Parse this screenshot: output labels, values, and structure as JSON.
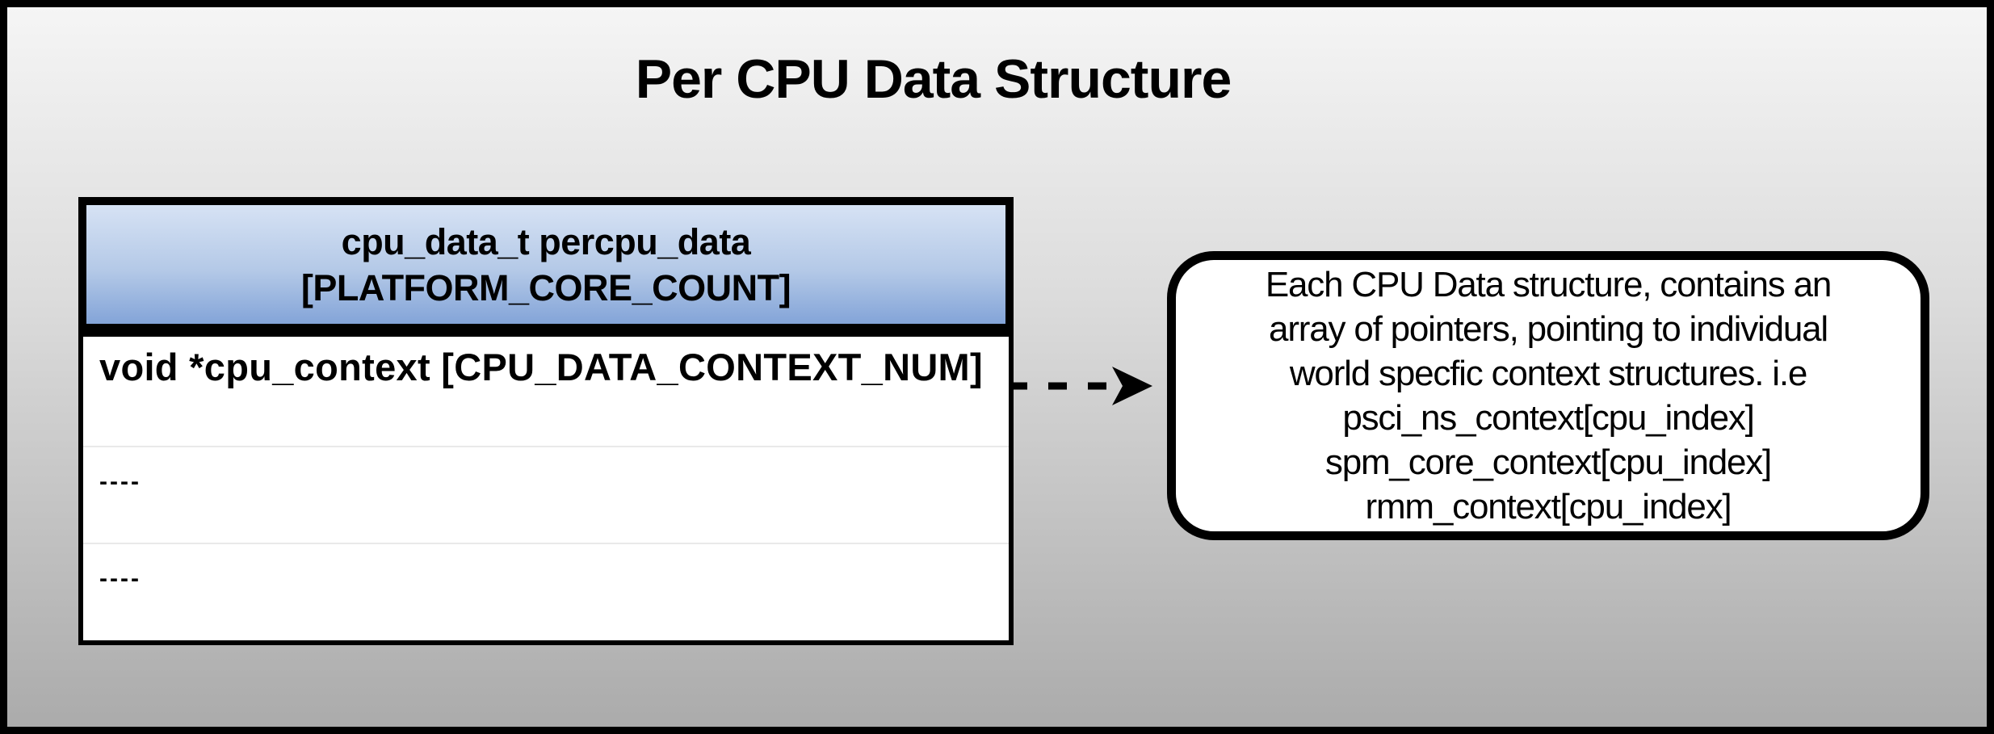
{
  "title": "Per CPU Data Structure",
  "table": {
    "header": {
      "line1": "cpu_data_t percpu_data",
      "line2": "[PLATFORM_CORE_COUNT]"
    },
    "rows": [
      {
        "label": "void *cpu_context [CPU_DATA_CONTEXT_NUM]"
      },
      {
        "label": "----"
      },
      {
        "label": "----"
      }
    ]
  },
  "arrow": {
    "type": "dashed-right-arrow",
    "from": "cpu_context row",
    "to": "callout"
  },
  "callout": {
    "lines": [
      "Each CPU Data structure, contains an",
      "array of pointers, pointing to individual",
      "world specfic context structures. i.e",
      "psci_ns_context[cpu_index]",
      "spm_core_context[cpu_index]",
      "rmm_context[cpu_index]"
    ]
  },
  "colors": {
    "frame_border": "#000000",
    "background_top": "#f5f5f5",
    "background_bottom": "#ababab",
    "header_gradient_top": "#d6e2f4",
    "header_gradient_bottom": "#83a4d8",
    "box_background": "#ffffff",
    "text": "#000000",
    "row_separator": "#e9e9e9",
    "arrow": "#000000"
  }
}
